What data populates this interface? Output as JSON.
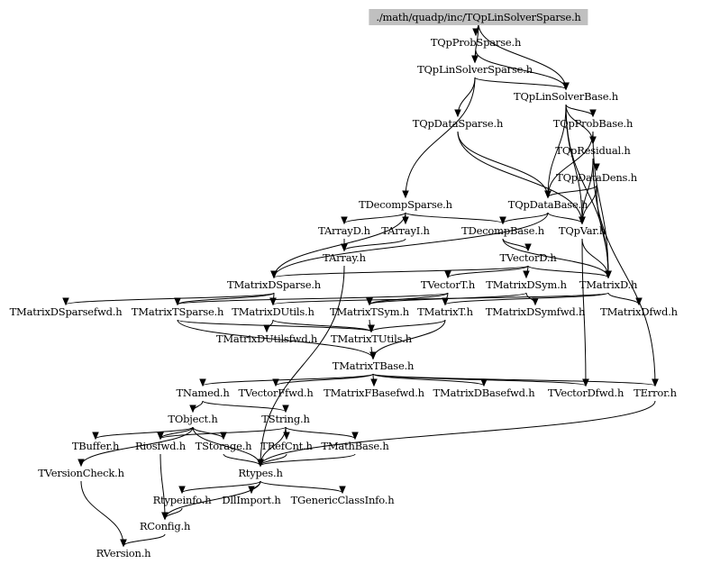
{
  "diagram": {
    "type": "include-dependency-graph",
    "root": "./math/quadp/inc/TQpLinSolverSparse.h",
    "nodes": [
      {
        "id": "root",
        "label": "./math/quadp/inc/TQpLinSolverSparse.h"
      },
      {
        "id": "TQpProbSparse",
        "label": "TQpProbSparse.h"
      },
      {
        "id": "TQpLinSolverSparse",
        "label": "TQpLinSolverSparse.h"
      },
      {
        "id": "TQpLinSolverBase",
        "label": "TQpLinSolverBase.h"
      },
      {
        "id": "TQpDataSparse",
        "label": "TQpDataSparse.h"
      },
      {
        "id": "TQpProbBase",
        "label": "TQpProbBase.h"
      },
      {
        "id": "TQpResidual",
        "label": "TQpResidual.h"
      },
      {
        "id": "TQpDataDens",
        "label": "TQpDataDens.h"
      },
      {
        "id": "TDecompSparse",
        "label": "TDecompSparse.h"
      },
      {
        "id": "TQpDataBase",
        "label": "TQpDataBase.h"
      },
      {
        "id": "TArrayD",
        "label": "TArrayD.h"
      },
      {
        "id": "TArrayI",
        "label": "TArrayI.h"
      },
      {
        "id": "TDecompBase",
        "label": "TDecompBase.h"
      },
      {
        "id": "TQpVar",
        "label": "TQpVar.h"
      },
      {
        "id": "TArray",
        "label": "TArray.h"
      },
      {
        "id": "TVectorD",
        "label": "TVectorD.h"
      },
      {
        "id": "TMatrixDSparse",
        "label": "TMatrixDSparse.h"
      },
      {
        "id": "TVectorT",
        "label": "TVectorT.h"
      },
      {
        "id": "TMatrixDSym",
        "label": "TMatrixDSym.h"
      },
      {
        "id": "TMatrixD",
        "label": "TMatrixD.h"
      },
      {
        "id": "TMatrixDSparsefwd",
        "label": "TMatrixDSparsefwd.h"
      },
      {
        "id": "TMatrixTSparse",
        "label": "TMatrixTSparse.h"
      },
      {
        "id": "TMatrixDUtils",
        "label": "TMatrixDUtils.h"
      },
      {
        "id": "TMatrixTSym",
        "label": "TMatrixTSym.h"
      },
      {
        "id": "TMatrixT",
        "label": "TMatrixT.h"
      },
      {
        "id": "TMatrixDSymfwd",
        "label": "TMatrixDSymfwd.h"
      },
      {
        "id": "TMatrixDfwd",
        "label": "TMatrixDfwd.h"
      },
      {
        "id": "TMatrixDUtilsfwd",
        "label": "TMatrixDUtilsfwd.h"
      },
      {
        "id": "TMatrixTUtils",
        "label": "TMatrixTUtils.h"
      },
      {
        "id": "TMatrixTBase",
        "label": "TMatrixTBase.h"
      },
      {
        "id": "TNamed",
        "label": "TNamed.h"
      },
      {
        "id": "TVectorFfwd",
        "label": "TVectorFfwd.h"
      },
      {
        "id": "TMatrixFBasefwd",
        "label": "TMatrixFBasefwd.h"
      },
      {
        "id": "TMatrixDBasefwd",
        "label": "TMatrixDBasefwd.h"
      },
      {
        "id": "TVectorDfwd",
        "label": "TVectorDfwd.h"
      },
      {
        "id": "TError",
        "label": "TError.h"
      },
      {
        "id": "TObject",
        "label": "TObject.h"
      },
      {
        "id": "TString",
        "label": "TString.h"
      },
      {
        "id": "TBuffer",
        "label": "TBuffer.h"
      },
      {
        "id": "Riosfwd",
        "label": "Riosfwd.h"
      },
      {
        "id": "TStorage",
        "label": "TStorage.h"
      },
      {
        "id": "TRefCnt",
        "label": "TRefCnt.h"
      },
      {
        "id": "TMathBase",
        "label": "TMathBase.h"
      },
      {
        "id": "TVersionCheck",
        "label": "TVersionCheck.h"
      },
      {
        "id": "Rtypes",
        "label": "Rtypes.h"
      },
      {
        "id": "Rtypeinfo",
        "label": "Rtypeinfo.h"
      },
      {
        "id": "DllImport",
        "label": "DllImport.h"
      },
      {
        "id": "TGenericClassInfo",
        "label": "TGenericClassInfo.h"
      },
      {
        "id": "RConfig",
        "label": "RConfig.h"
      },
      {
        "id": "RVersion",
        "label": "RVersion.h"
      }
    ],
    "edges": [
      [
        "root",
        "TQpProbSparse"
      ],
      [
        "root",
        "TQpLinSolverSparse"
      ],
      [
        "root",
        "TQpLinSolverBase"
      ],
      [
        "TQpProbSparse",
        "TQpLinSolverSparse"
      ],
      [
        "TQpProbSparse",
        "TQpLinSolverBase"
      ],
      [
        "TQpLinSolverSparse",
        "TQpDataSparse"
      ],
      [
        "TQpLinSolverSparse",
        "TQpLinSolverBase"
      ],
      [
        "TQpLinSolverSparse",
        "TDecompSparse"
      ],
      [
        "TQpLinSolverBase",
        "TQpProbBase"
      ],
      [
        "TQpLinSolverBase",
        "TQpResidual"
      ],
      [
        "TQpLinSolverBase",
        "TQpDataBase"
      ],
      [
        "TQpLinSolverBase",
        "TQpVar"
      ],
      [
        "TQpLinSolverBase",
        "TMatrixD"
      ],
      [
        "TQpProbBase",
        "TQpResidual"
      ],
      [
        "TQpProbBase",
        "TQpDataBase"
      ],
      [
        "TQpProbBase",
        "TMatrixD"
      ],
      [
        "TQpResidual",
        "TQpDataDens"
      ],
      [
        "TQpResidual",
        "TQpVar"
      ],
      [
        "TQpResidual",
        "TError"
      ],
      [
        "TQpDataDens",
        "TQpDataBase"
      ],
      [
        "TQpDataDens",
        "TQpVar"
      ],
      [
        "TQpDataDens",
        "TMatrixD"
      ],
      [
        "TQpDataSparse",
        "TQpDataBase"
      ],
      [
        "TQpDataSparse",
        "TQpVar"
      ],
      [
        "TQpDataBase",
        "TQpVar"
      ],
      [
        "TQpDataBase",
        "TDecompBase"
      ],
      [
        "TQpDataBase",
        "TMatrixDSparse"
      ],
      [
        "TQpVar",
        "TMatrixD"
      ],
      [
        "TQpVar",
        "TVectorDfwd"
      ],
      [
        "TDecompSparse",
        "TArrayD"
      ],
      [
        "TDecompSparse",
        "TArrayI"
      ],
      [
        "TDecompSparse",
        "TDecompBase"
      ],
      [
        "TDecompSparse",
        "TMatrixDSparse"
      ],
      [
        "TArrayD",
        "TArray"
      ],
      [
        "TArrayI",
        "TArray"
      ],
      [
        "TArray",
        "Rtypes"
      ],
      [
        "TDecompBase",
        "TVectorD"
      ],
      [
        "TDecompBase",
        "TMatrixD"
      ],
      [
        "TVectorD",
        "TVectorT"
      ],
      [
        "TVectorD",
        "TMatrixDSym"
      ],
      [
        "TVectorD",
        "TMatrixDSparse"
      ],
      [
        "TVectorD",
        "TMatrixD"
      ],
      [
        "TMatrixDSparse",
        "TMatrixDSparsefwd"
      ],
      [
        "TMatrixDSparse",
        "TMatrixTSparse"
      ],
      [
        "TMatrixDSparse",
        "TMatrixDUtils"
      ],
      [
        "TVectorT",
        "TMatrixTSparse"
      ],
      [
        "TVectorT",
        "TMatrixT"
      ],
      [
        "TVectorT",
        "TMatrixTSym"
      ],
      [
        "TMatrixDSym",
        "TMatrixTSym"
      ],
      [
        "TMatrixDSym",
        "TMatrixDSymfwd"
      ],
      [
        "TMatrixD",
        "TMatrixT"
      ],
      [
        "TMatrixD",
        "TMatrixDfwd"
      ],
      [
        "TMatrixD",
        "TMatrixDUtils"
      ],
      [
        "TMatrixTSparse",
        "TMatrixTUtils"
      ],
      [
        "TMatrixTSparse",
        "TMatrixTBase"
      ],
      [
        "TMatrixDUtils",
        "TMatrixDUtilsfwd"
      ],
      [
        "TMatrixDUtils",
        "TMatrixTUtils"
      ],
      [
        "TMatrixTSym",
        "TMatrixTUtils"
      ],
      [
        "TMatrixT",
        "TMatrixTUtils"
      ],
      [
        "TMatrixT",
        "TMatrixTBase"
      ],
      [
        "TMatrixTUtils",
        "TMatrixTBase"
      ],
      [
        "TMatrixTBase",
        "TNamed"
      ],
      [
        "TMatrixTBase",
        "TVectorFfwd"
      ],
      [
        "TMatrixTBase",
        "TMatrixFBasefwd"
      ],
      [
        "TMatrixTBase",
        "TMatrixDBasefwd"
      ],
      [
        "TMatrixTBase",
        "TVectorDfwd"
      ],
      [
        "TMatrixTBase",
        "TError"
      ],
      [
        "TNamed",
        "TObject"
      ],
      [
        "TNamed",
        "TString"
      ],
      [
        "TObject",
        "TBuffer"
      ],
      [
        "TObject",
        "Riosfwd"
      ],
      [
        "TObject",
        "TStorage"
      ],
      [
        "TObject",
        "Rtypes"
      ],
      [
        "TObject",
        "TVersionCheck"
      ],
      [
        "TString",
        "Riosfwd"
      ],
      [
        "TString",
        "TRefCnt"
      ],
      [
        "TString",
        "TMathBase"
      ],
      [
        "TString",
        "Rtypes"
      ],
      [
        "TStorage",
        "Rtypes"
      ],
      [
        "TRefCnt",
        "Rtypes"
      ],
      [
        "TMathBase",
        "Rtypes"
      ],
      [
        "TError",
        "Rtypes"
      ],
      [
        "Riosfwd",
        "RConfig"
      ],
      [
        "TVersionCheck",
        "RVersion"
      ],
      [
        "Rtypes",
        "Rtypeinfo"
      ],
      [
        "Rtypes",
        "DllImport"
      ],
      [
        "Rtypes",
        "TGenericClassInfo"
      ],
      [
        "Rtypes",
        "RConfig"
      ],
      [
        "Rtypeinfo",
        "RConfig"
      ],
      [
        "RConfig",
        "RVersion"
      ]
    ]
  }
}
